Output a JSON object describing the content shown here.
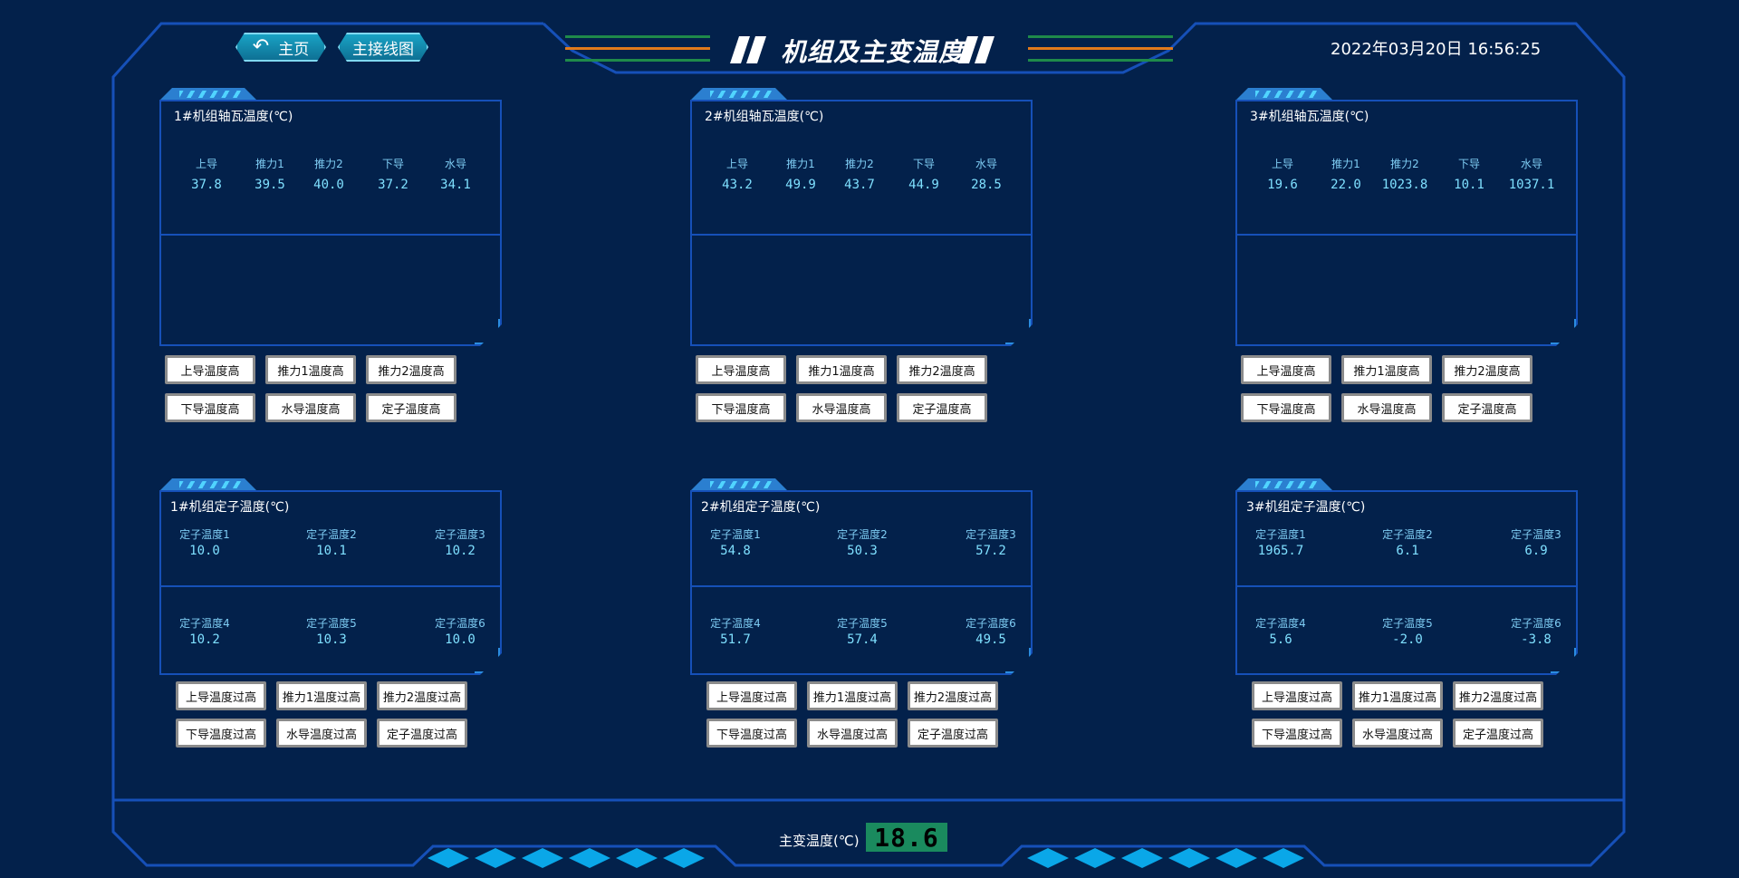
{
  "header": {
    "title": "机组及主变温度",
    "datetime": "2022年03月20日 16:56:25",
    "nav": {
      "home": "主页",
      "wiring": "主接线图"
    }
  },
  "units": [
    {
      "bearing": {
        "title": "1#机组轴瓦温度(℃)",
        "labels": [
          "上导",
          "推力1",
          "推力2",
          "下导",
          "水导"
        ],
        "values": [
          "37.8",
          "39.5",
          "40.0",
          "37.2",
          "34.1"
        ]
      },
      "bearing_alarms": [
        "上导温度高",
        "推力1温度高",
        "推力2温度高",
        "下导温度高",
        "水导温度高",
        "定子温度高"
      ],
      "stator": {
        "title": "1#机组定子温度(℃)",
        "labels": [
          "定子温度1",
          "定子温度2",
          "定子温度3",
          "定子温度4",
          "定子温度5",
          "定子温度6"
        ],
        "values": [
          "10.0",
          "10.1",
          "10.2",
          "10.2",
          "10.3",
          "10.0"
        ]
      },
      "stator_alarms": [
        "上导温度过高",
        "推力1温度过高",
        "推力2温度过高",
        "下导温度过高",
        "水导温度过高",
        "定子温度过高"
      ]
    },
    {
      "bearing": {
        "title": "2#机组轴瓦温度(℃)",
        "labels": [
          "上导",
          "推力1",
          "推力2",
          "下导",
          "水导"
        ],
        "values": [
          "43.2",
          "49.9",
          "43.7",
          "44.9",
          "28.5"
        ]
      },
      "bearing_alarms": [
        "上导温度高",
        "推力1温度高",
        "推力2温度高",
        "下导温度高",
        "水导温度高",
        "定子温度高"
      ],
      "stator": {
        "title": "2#机组定子温度(℃)",
        "labels": [
          "定子温度1",
          "定子温度2",
          "定子温度3",
          "定子温度4",
          "定子温度5",
          "定子温度6"
        ],
        "values": [
          "54.8",
          "50.3",
          "57.2",
          "51.7",
          "57.4",
          "49.5"
        ]
      },
      "stator_alarms": [
        "上导温度过高",
        "推力1温度过高",
        "推力2温度过高",
        "下导温度过高",
        "水导温度过高",
        "定子温度过高"
      ]
    },
    {
      "bearing": {
        "title": "3#机组轴瓦温度(℃)",
        "labels": [
          "上导",
          "推力1",
          "推力2",
          "下导",
          "水导"
        ],
        "values": [
          "19.6",
          "22.0",
          "1023.8",
          "10.1",
          "1037.1"
        ]
      },
      "bearing_alarms": [
        "上导温度高",
        "推力1温度高",
        "推力2温度高",
        "下导温度高",
        "水导温度高",
        "定子温度高"
      ],
      "stator": {
        "title": "3#机组定子温度(℃)",
        "labels": [
          "定子温度1",
          "定子温度2",
          "定子温度3",
          "定子温度4",
          "定子温度5",
          "定子温度6"
        ],
        "values": [
          "1965.7",
          "6.1",
          "6.9",
          "5.6",
          "-2.0",
          "-3.8"
        ]
      },
      "stator_alarms": [
        "上导温度过高",
        "推力1温度过高",
        "推力2温度过高",
        "下导温度过高",
        "水导温度过高",
        "定子温度过高"
      ]
    }
  ],
  "transformer": {
    "label": "主变温度(℃)",
    "value": "18.6"
  },
  "colors": {
    "background": "#03214b",
    "frame": "#1650b8",
    "accent": "#0aa7e8",
    "value_text": "#7fe0ff",
    "label_text": "#7fcdf4",
    "stripe_green": "#1f8a4a",
    "stripe_orange": "#e07a1c",
    "lcd_green": "#1a8a5e"
  },
  "icons": {
    "home_button": "back-arrow-icon"
  }
}
